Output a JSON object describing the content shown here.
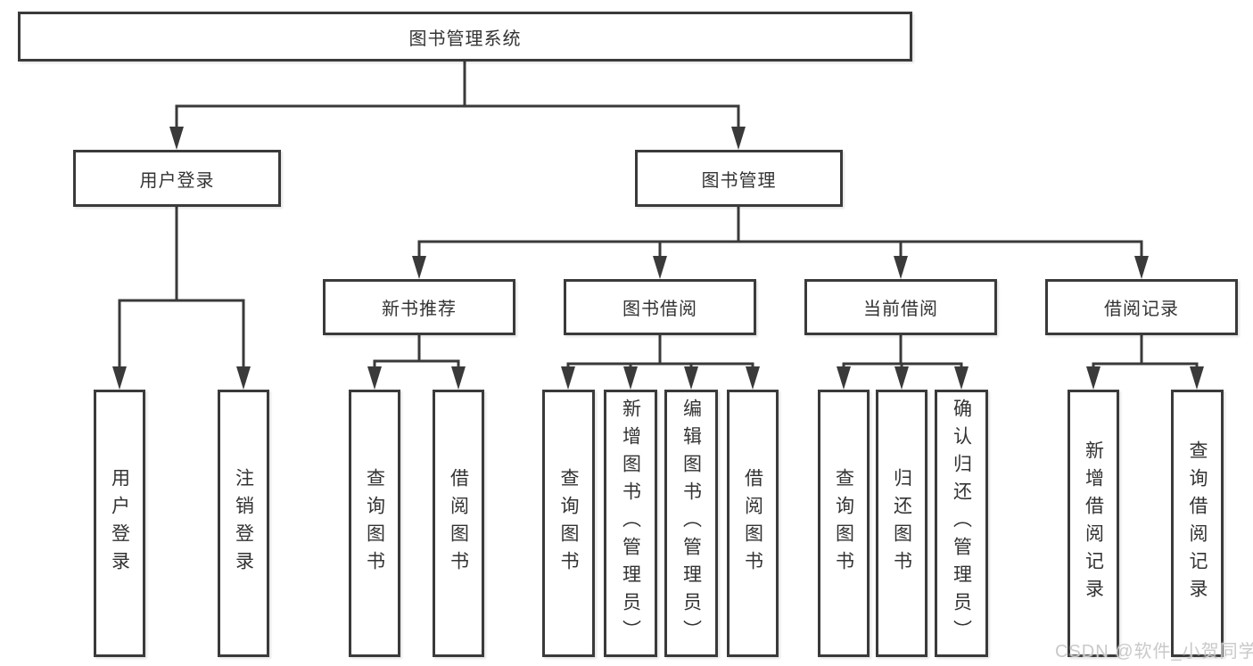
{
  "colors": {
    "line": "#3a3a3a",
    "border": "#3a3a3a",
    "text": "#333333",
    "background": "#ffffff",
    "watermark": "#c6c6c8"
  },
  "nodes": {
    "root": "图书管理系统",
    "user_login": "用户登录",
    "book_mgmt": "图书管理",
    "new_books": "新书推荐",
    "book_borrow": "图书借阅",
    "current_borrow": "当前借阅",
    "borrow_records": "借阅记录",
    "leaf_user_login": "用户登录",
    "leaf_logout": "注销登录",
    "leaf_nb_query": "查询图书",
    "leaf_nb_borrow": "借阅图书",
    "leaf_bb_query": "查询图书",
    "leaf_bb_add": "新增图书（管理员）",
    "leaf_bb_edit": "编辑图书（管理员）",
    "leaf_bb_borrow": "借阅图书",
    "leaf_cb_query": "查询图书",
    "leaf_cb_return": "归还图书",
    "leaf_cb_confirm": "确认归还（管理员）",
    "leaf_br_add": "新增借阅记录",
    "leaf_br_query": "查询借阅记录"
  },
  "hierarchy": {
    "图书管理系统": [
      "用户登录",
      "图书管理"
    ],
    "用户登录": [
      "用户登录",
      "注销登录"
    ],
    "图书管理": [
      "新书推荐",
      "图书借阅",
      "当前借阅",
      "借阅记录"
    ],
    "新书推荐": [
      "查询图书",
      "借阅图书"
    ],
    "图书借阅": [
      "查询图书",
      "新增图书（管理员）",
      "编辑图书（管理员）",
      "借阅图书"
    ],
    "当前借阅": [
      "查询图书",
      "归还图书",
      "确认归还（管理员）"
    ],
    "借阅记录": [
      "新增借阅记录",
      "查询借阅记录"
    ]
  },
  "watermark": "CSDN @软件_小贺同学"
}
